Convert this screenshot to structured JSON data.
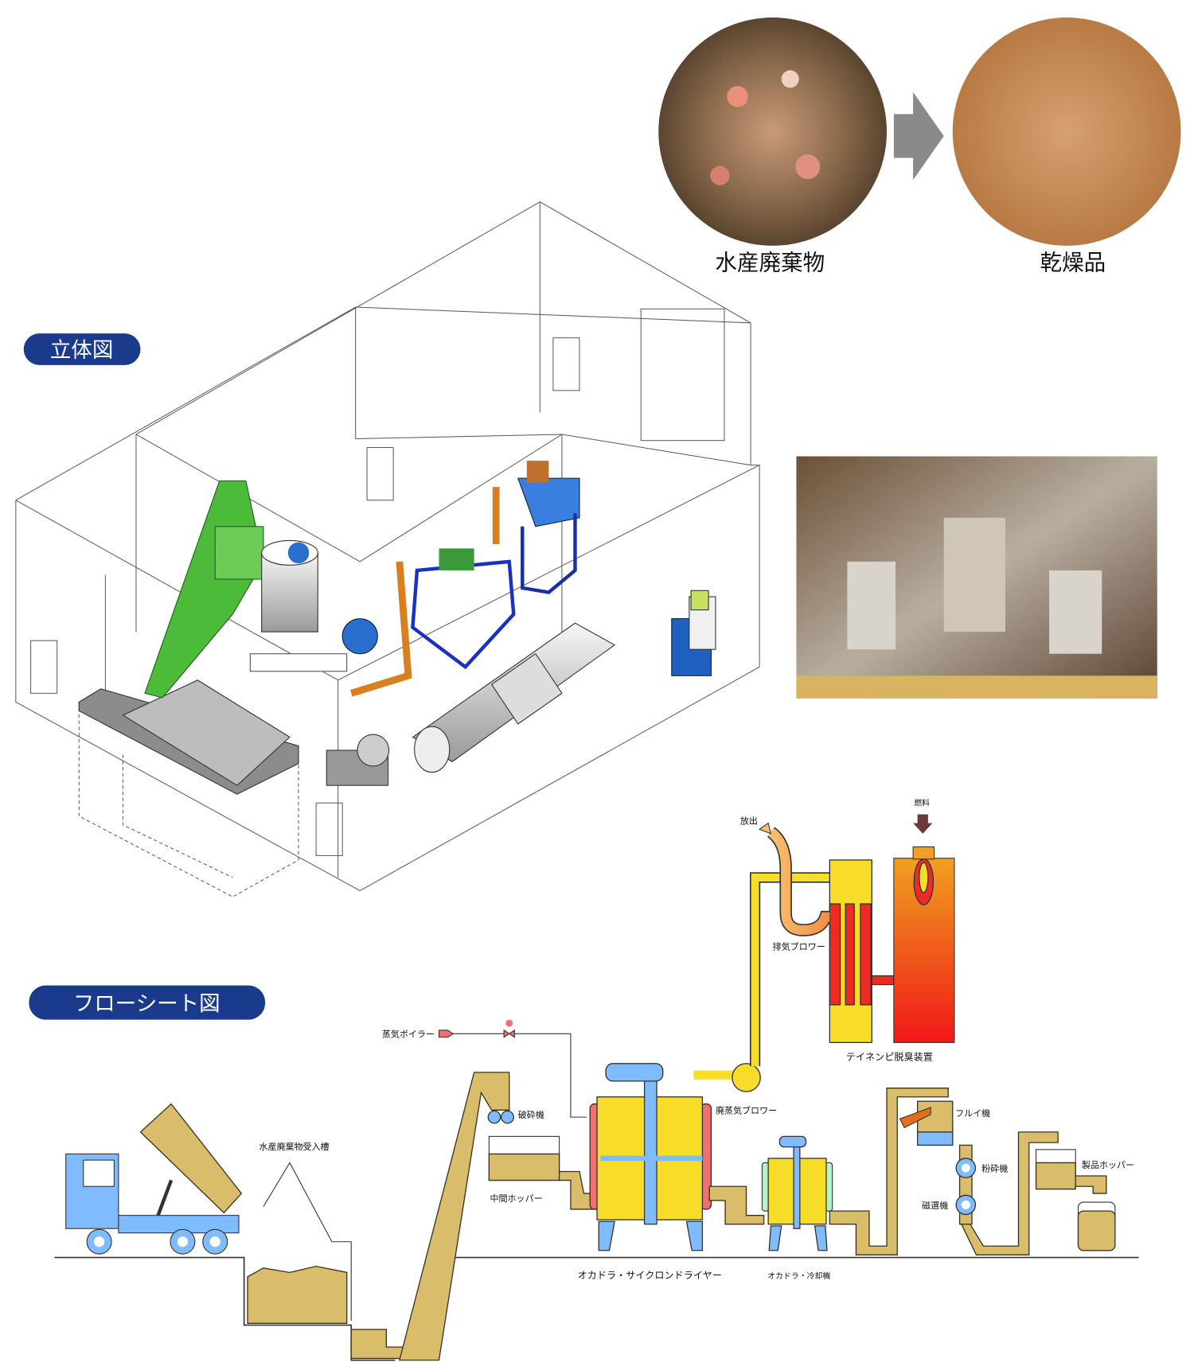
{
  "photos": {
    "raw_label": "水産廃棄物",
    "dried_label": "乾燥品"
  },
  "sections": {
    "isometric_title": "立体図",
    "flowsheet_title": "フローシート図"
  },
  "flowsheet": {
    "fuel": "燃料",
    "discharge": "放出",
    "exhaust_blower": "排気ブロワー",
    "deodorizer": "テイネンピ脱臭装置",
    "steam_boiler": "蒸気ボイラー",
    "crusher": "破砕機",
    "waste_steam_blower": "廃蒸気ブロワー",
    "sieve": "フルイ機",
    "receiving_tank": "水産廃棄物受入槽",
    "intermediate_hopper": "中間ホッパー",
    "pulverizer": "粉砕機",
    "product_hopper": "製品ホッパー",
    "magnetic_separator": "磁選機",
    "cyclone_dryer": "オカドラ・サイクロンドライヤー",
    "cooler": "オカドラ・冷却機"
  },
  "colors": {
    "title_pill": "#1a3a8c",
    "tan": "#d9bd6a",
    "yellow": "#f8dc2a",
    "blue": "#7fbcff",
    "red": "#ee2a26"
  }
}
